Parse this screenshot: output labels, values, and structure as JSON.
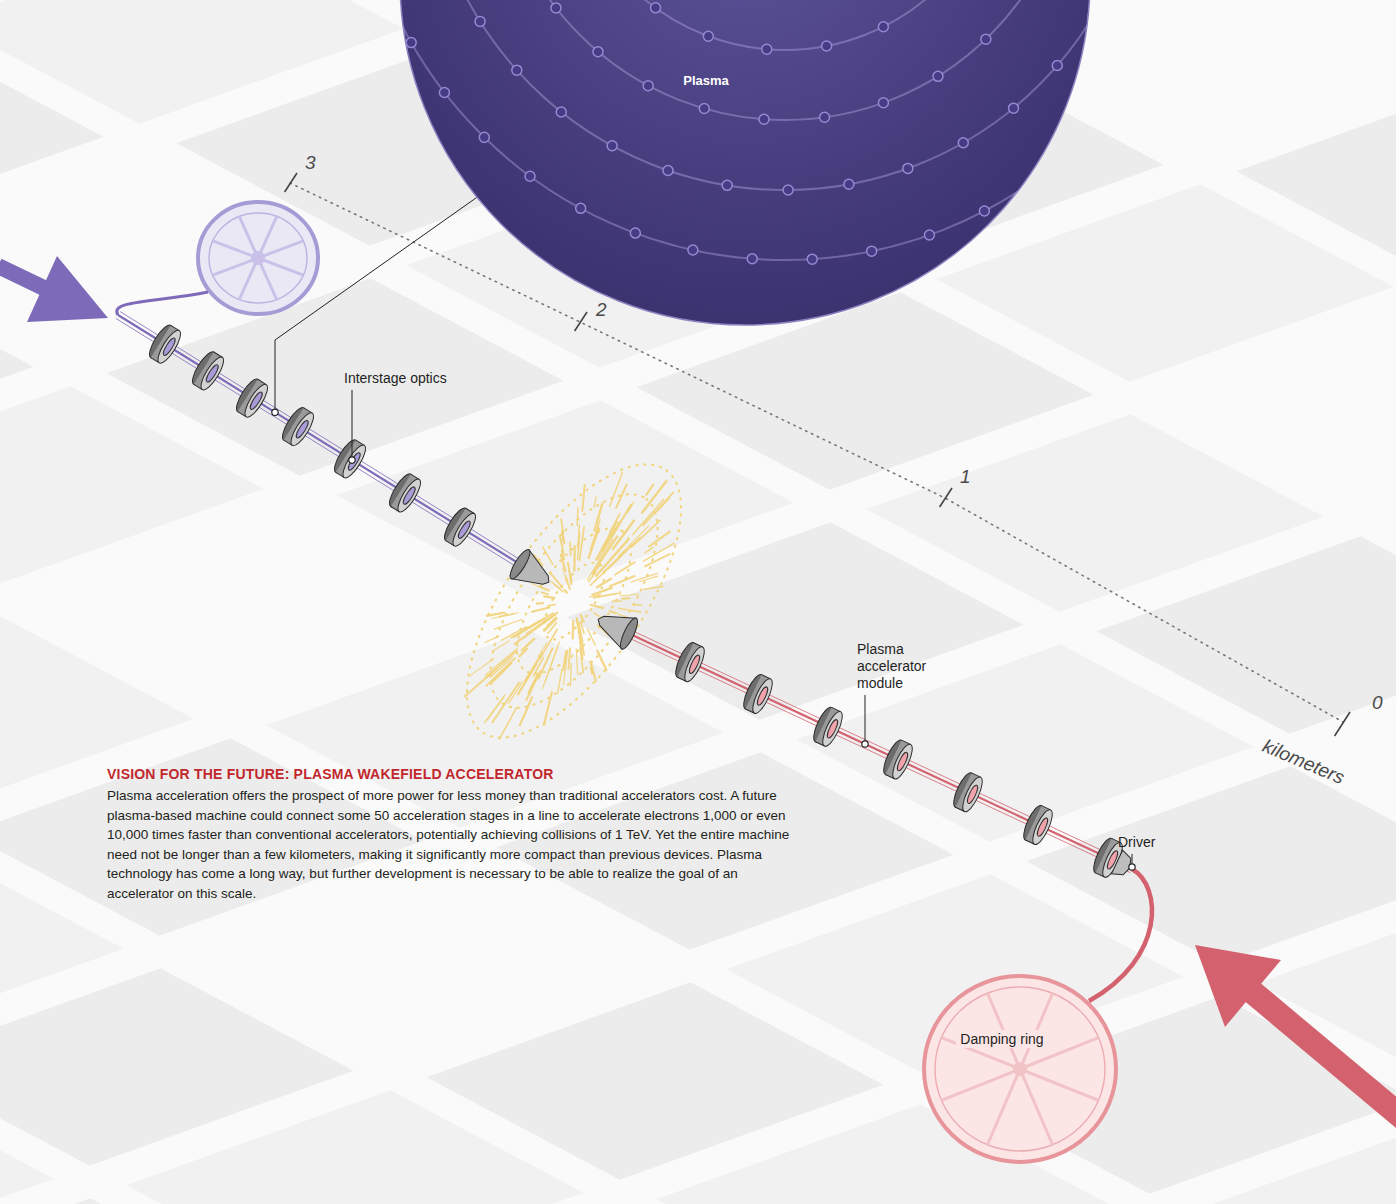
{
  "diagram": {
    "title": "VISION FOR THE FUTURE: PLASMA WAKEFIELD ACCELERATOR",
    "caption": "Plasma acceleration offers the prospect of more power for less money than traditional accelerators cost. A future plasma-based machine could connect some 50 acceleration stages in a line to accelerate electrons 1,000 or even 10,000 times faster than conventional accelerators, potentially achieving collisions of 1 TeV. Yet the entire machine need not be longer than a few kilometers, making it significantly more compact than previous devices. Plasma technology has come a long way, but further development is necessary to be able to realize the goal of an accelerator on this scale.",
    "nodes": [
      {
        "text": [
          "Plasma"
        ]
      },
      {
        "text": [
          "Damping ring"
        ]
      }
    ],
    "labels": [
      "3",
      "2",
      "Interstage optics",
      "1",
      "Plasma accelerator module",
      "0",
      "kilometers",
      "Driver"
    ]
  }
}
